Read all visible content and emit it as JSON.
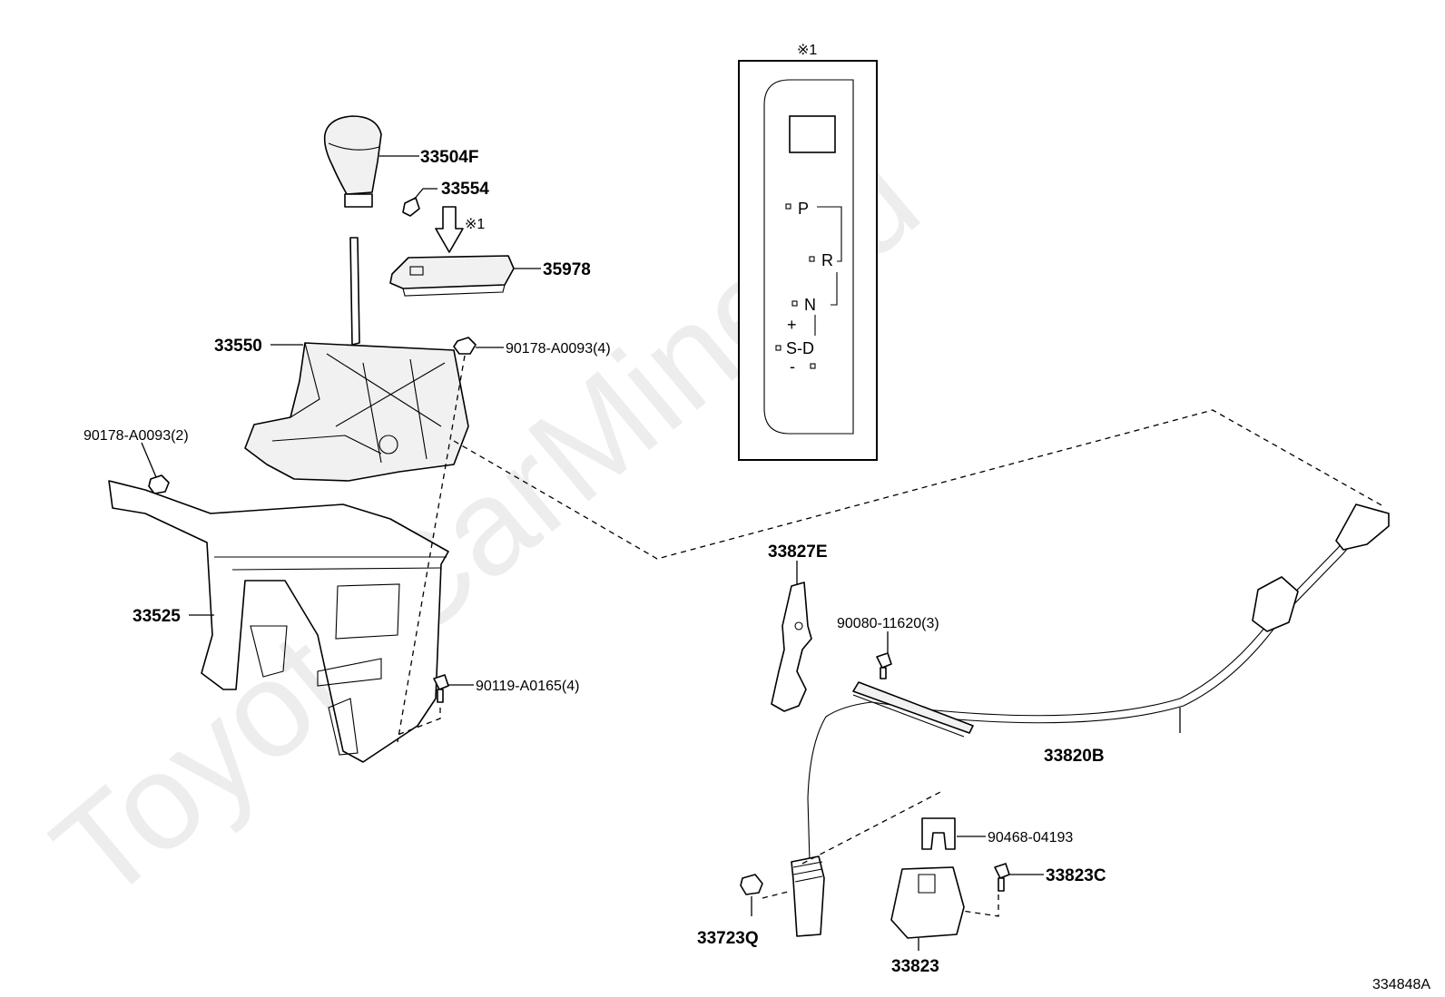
{
  "watermark": "ToyotaCarMine.ru",
  "figure_code": "334848A",
  "inset": {
    "note": "※1",
    "gears": [
      "P",
      "R",
      "N",
      "+",
      "S-D",
      "-"
    ]
  },
  "arrow_note": "※1",
  "labels": {
    "shift_knob": "33504F",
    "plug": "33554",
    "indicator_cover": "35978",
    "shift_lever_assy": "33550",
    "nut_a": "90178-A0093(4)",
    "nut_b": "90178-A0093(2)",
    "bracket": "33525",
    "bolt_a": "90119-A0165(4)",
    "clamp_plate": "33827E",
    "bolt_b": "90080-11620(3)",
    "cable": "33820B",
    "clip": "90468-04193",
    "bolt_c": "33823C",
    "nut_c": "33723Q",
    "retainer": "33823"
  }
}
